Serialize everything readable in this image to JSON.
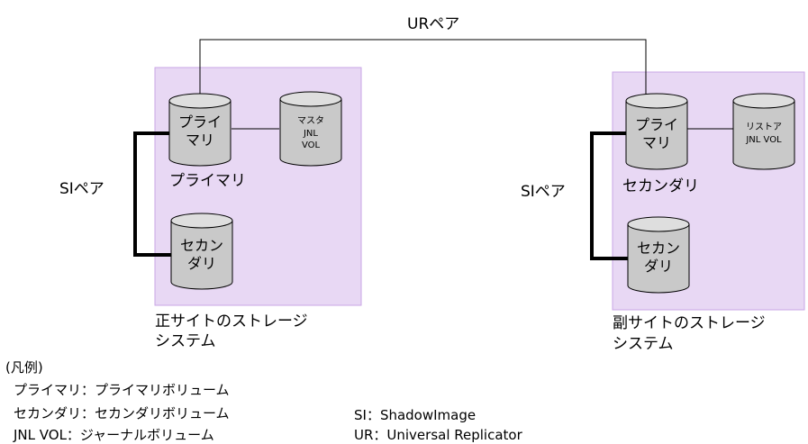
{
  "pairs": {
    "ur_pair": "URペア",
    "si_pair_left": "SIペア",
    "si_pair_right": "SIペア"
  },
  "primary_site": {
    "label_line1": "正サイトのストレージ",
    "label_line2": "システム",
    "primary_volume": "プライ\nマリ",
    "primary_caption": "プライマリ",
    "secondary_volume": "セカン\nダリ",
    "journal_volume": "マスタ\nJNL\nVOL"
  },
  "secondary_site": {
    "label_line1": "副サイトのストレージ",
    "label_line2": "システム",
    "primary_volume": "プライ\nマリ",
    "primary_caption": "セカンダリ",
    "secondary_volume": "セカン\nダリ",
    "journal_volume": "リストア\nJNL VOL"
  },
  "legend": {
    "title": "(凡例)",
    "rows": [
      "プライマリ：プライマリボリューム",
      "セカンダリ：セカンダリボリューム",
      "JNL VOL：ジャーナルボリューム"
    ],
    "abbreviations": [
      "SI：ShadowImage",
      "UR：Universal Replicator"
    ]
  },
  "colors": {
    "site_fill": "#e8d8f4",
    "site_border": "#c9a6e6",
    "cylinder_fill": "#c9c9c9",
    "cylinder_top": "#dedede"
  }
}
